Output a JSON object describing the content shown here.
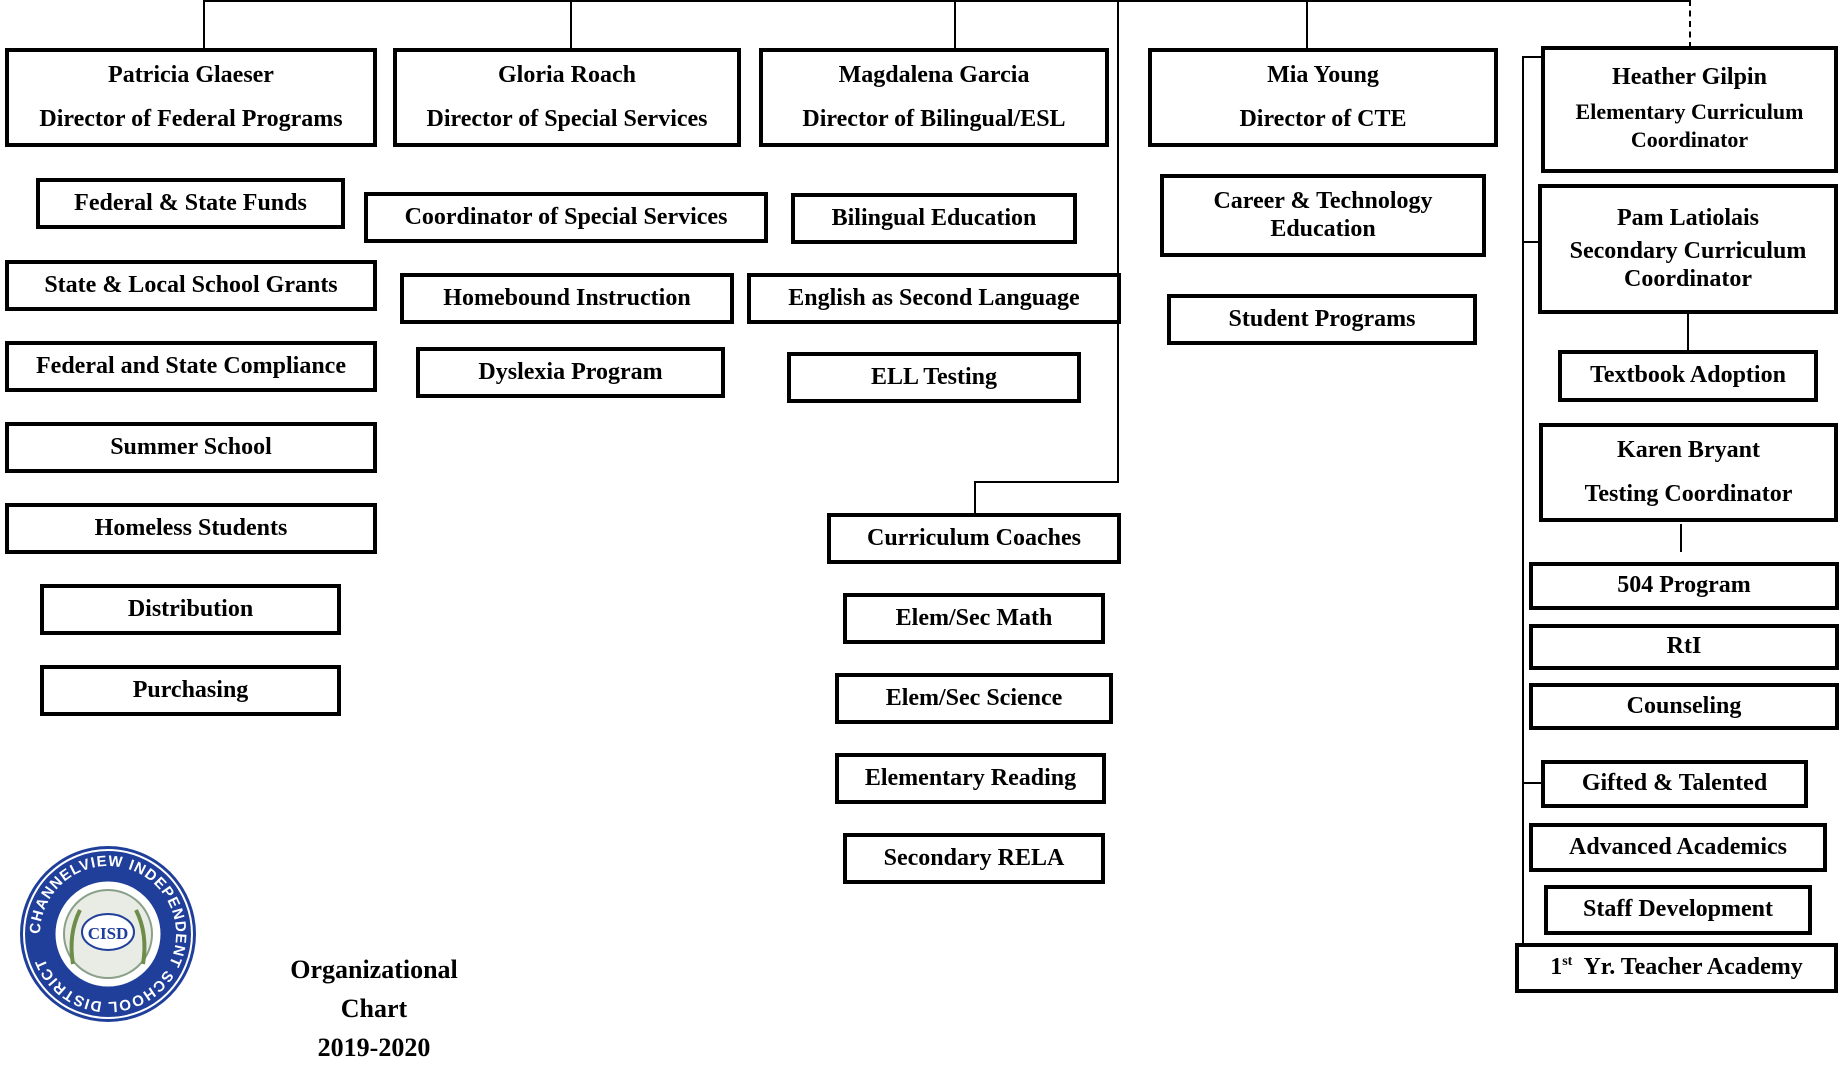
{
  "directors": [
    {
      "name": "Patricia Glaeser",
      "title": "Director of Federal Programs"
    },
    {
      "name": "Gloria Roach",
      "title": "Director of Special Services"
    },
    {
      "name": "Magdalena Garcia",
      "title": "Director of Bilingual/ESL"
    },
    {
      "name": "Mia Young",
      "title": "Director of CTE"
    },
    {
      "name": "Heather Gilpin",
      "title": "Elementary Curriculum Coordinator"
    },
    {
      "name": "Pam Latiolais",
      "title": "Secondary Curriculum Coordinator"
    },
    {
      "name": "Karen Bryant",
      "title": "Testing Coordinator"
    }
  ],
  "federal_programs": [
    "Federal & State Funds",
    "State & Local School Grants",
    "Federal and State Compliance",
    "Summer School",
    "Homeless Students",
    "Distribution",
    "Purchasing"
  ],
  "special_services": [
    "Coordinator of Special Services",
    "Homebound Instruction",
    "Dyslexia Program"
  ],
  "bilingual": [
    "Bilingual Education",
    "English as Second Language",
    "ELL Testing"
  ],
  "cte": [
    "Career & Technology Education",
    "Student Programs"
  ],
  "curriculum": [
    "Curriculum Coaches",
    "Elem/Sec Math",
    "Elem/Sec Science",
    "Elementary Reading",
    "Secondary RELA"
  ],
  "right_column": [
    "Textbook Adoption",
    "504 Program",
    "RtI",
    "Counseling",
    "Gifted & Talented",
    "Advanced Academics",
    "Staff Development"
  ],
  "teacher_academy": {
    "prefix": "1",
    "sup": "st",
    "rest": "Yr. Teacher Academy"
  },
  "footer": {
    "title": "Organizational Chart",
    "year": "2019-2020"
  },
  "logo": {
    "ring_text": "CHANNELVIEW INDEPENDENT SCHOOL DISTRICT",
    "mark": "CISD"
  }
}
